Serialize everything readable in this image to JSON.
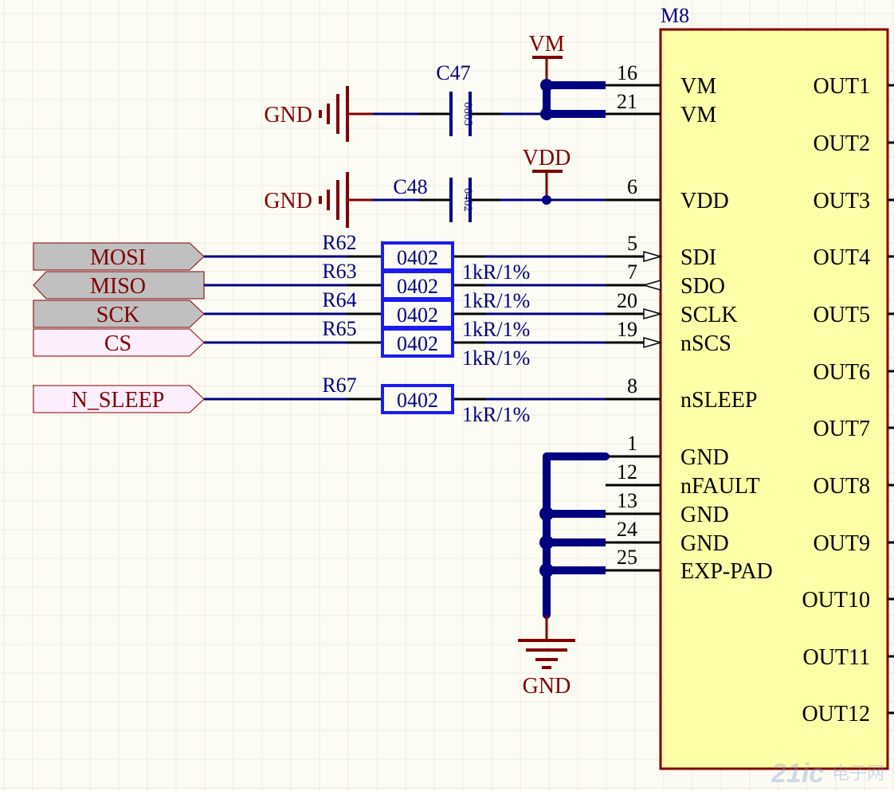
{
  "component": {
    "designator": "M8",
    "fill": "#ffffa8",
    "outline": "#800000"
  },
  "pins_left": [
    {
      "num": "16",
      "name": "VM"
    },
    {
      "num": "21",
      "name": "VM"
    },
    {
      "num": "6",
      "name": "VDD"
    },
    {
      "num": "5",
      "name": "SDI"
    },
    {
      "num": "7",
      "name": "SDO"
    },
    {
      "num": "20",
      "name": "SCLK"
    },
    {
      "num": "19",
      "name": "nSCS"
    },
    {
      "num": "8",
      "name": "nSLEEP"
    },
    {
      "num": "1",
      "name": "GND"
    },
    {
      "num": "12",
      "name": "nFAULT"
    },
    {
      "num": "13",
      "name": "GND"
    },
    {
      "num": "24",
      "name": "GND"
    },
    {
      "num": "25",
      "name": "EXP-PAD"
    }
  ],
  "pins_right": [
    "OUT1",
    "OUT2",
    "OUT3",
    "OUT4",
    "OUT5",
    "OUT6",
    "OUT7",
    "OUT8",
    "OUT9",
    "OUT10",
    "OUT11",
    "OUT12"
  ],
  "power": {
    "vm": "VM",
    "vdd": "VDD",
    "gnd1": "GND",
    "gnd2": "GND",
    "gnd3": "GND"
  },
  "capacitors": [
    {
      "ref": "C47",
      "pkg": "0805"
    },
    {
      "ref": "C48",
      "pkg": "0402"
    }
  ],
  "resistors": [
    {
      "ref": "R62",
      "pkg": "0402",
      "value": "1kR/1%"
    },
    {
      "ref": "R63",
      "pkg": "0402",
      "value": "1kR/1%"
    },
    {
      "ref": "R64",
      "pkg": "0402",
      "value": "1kR/1%"
    },
    {
      "ref": "R65",
      "pkg": "0402",
      "value": "1kR/1%"
    },
    {
      "ref": "R67",
      "pkg": "0402",
      "value": "1kR/1%"
    }
  ],
  "ports": [
    {
      "name": "MOSI"
    },
    {
      "name": "MISO"
    },
    {
      "name": "SCK"
    },
    {
      "name": "CS"
    },
    {
      "name": "N_SLEEP"
    }
  ],
  "colors": {
    "wire": "#000080",
    "pin": "#000000",
    "power": "#800000",
    "port_gray": "#c0c0c0",
    "port_pink": "#fdeefd",
    "component_text": "#000000",
    "ref_text": "#000080",
    "background": "#fdfcf4",
    "grid": "#ecebe2"
  },
  "watermark": {
    "main": "21ic",
    "sub": "电子网"
  }
}
